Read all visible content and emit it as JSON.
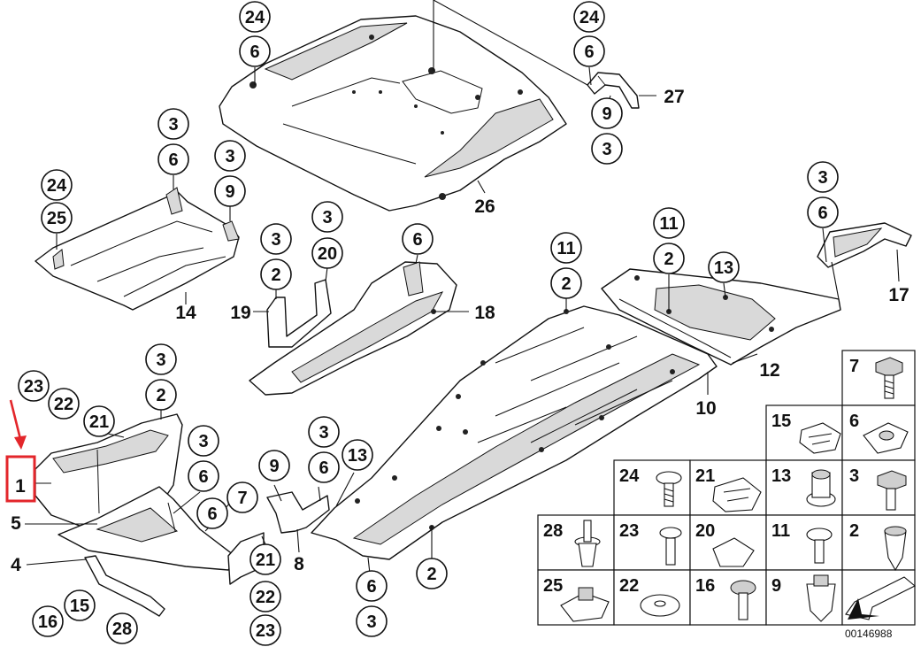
{
  "diagram": {
    "document_number": "00146988",
    "callouts": {
      "c24a": "24",
      "c6a": "6",
      "c24b": "24",
      "c6b": "6",
      "c27": "27",
      "c9a": "9",
      "c3a": "3",
      "c26": "26",
      "c3b": "3",
      "c6c": "6",
      "c3c": "3",
      "c9b": "9",
      "c24c": "24",
      "c25a": "25",
      "c14": "14",
      "c3d": "3",
      "c20a": "20",
      "c3e": "3",
      "c2a": "2",
      "c19": "19",
      "c6d": "6",
      "c18": "18",
      "c11a": "11",
      "c2b": "2",
      "c11b": "11",
      "c2c": "2",
      "c13a": "13",
      "c3f": "3",
      "c6e": "6",
      "c17": "17",
      "c12": "12",
      "c10": "10",
      "c23a": "23",
      "c22a": "22",
      "c21a": "21",
      "c3g": "3",
      "c2d": "2",
      "c1": "1",
      "c3h": "3",
      "c6f": "6",
      "c7a": "7",
      "c6g": "6",
      "c5": "5",
      "c4": "4",
      "c21b": "21",
      "c22b": "22",
      "c23b": "23",
      "c16a": "16",
      "c15a": "15",
      "c28a": "28",
      "c3i": "3",
      "c9c": "9",
      "c6h": "6",
      "c13b": "13",
      "c8": "8",
      "c6i": "6",
      "c3j": "3",
      "c2e": "2"
    },
    "hardware_grid": [
      {
        "id": "7",
        "icon": "hex-flange-screw-icon"
      },
      {
        "id": "15",
        "icon": "spring-clip-icon"
      },
      {
        "id": "6",
        "icon": "u-nut-icon"
      },
      {
        "id": "24",
        "icon": "pan-screw-icon"
      },
      {
        "id": "21",
        "icon": "sheet-clip-icon"
      },
      {
        "id": "13",
        "icon": "expanding-nut-icon"
      },
      {
        "id": "3",
        "icon": "hex-screw-icon"
      },
      {
        "id": "28",
        "icon": "push-rivet-icon"
      },
      {
        "id": "23",
        "icon": "collar-screw-icon"
      },
      {
        "id": "20",
        "icon": "speed-nut-icon"
      },
      {
        "id": "11",
        "icon": "flange-screw-icon"
      },
      {
        "id": "2",
        "icon": "grommet-icon"
      },
      {
        "id": "25",
        "icon": "cage-nut-icon"
      },
      {
        "id": "22",
        "icon": "washer-icon"
      },
      {
        "id": "16",
        "icon": "round-head-screw-icon"
      },
      {
        "id": "9",
        "icon": "plastic-nut-icon"
      },
      {
        "id": "",
        "icon": "direction-arrow-icon"
      }
    ],
    "highlight_color": "#e3262b",
    "line_color": "#111111"
  }
}
